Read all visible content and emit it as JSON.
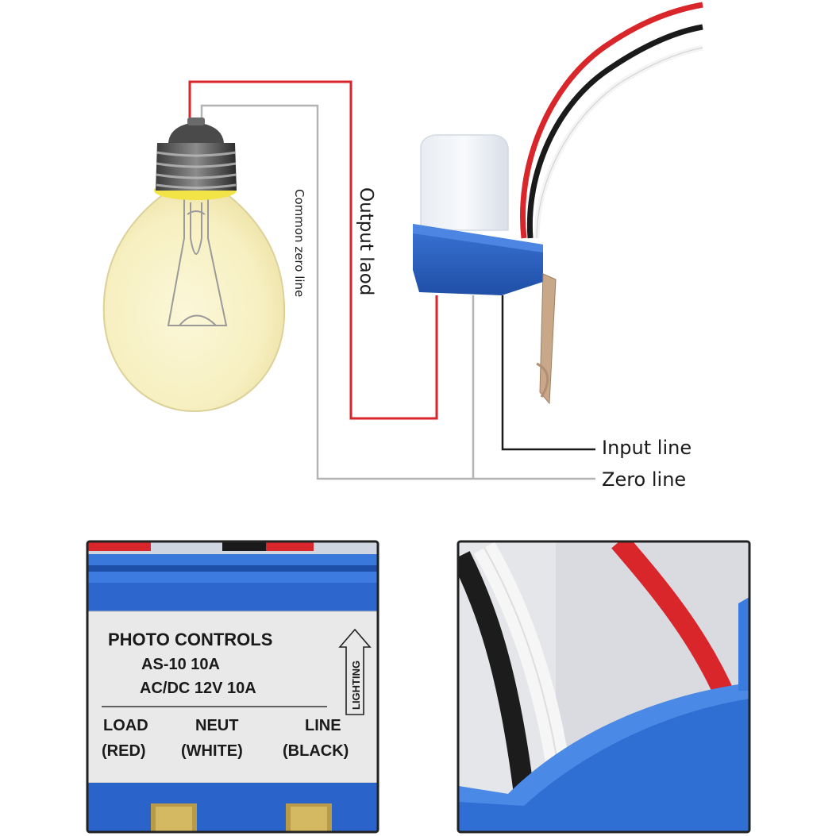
{
  "diagram": {
    "labels": {
      "output_load": "Output laod",
      "common_zero": "Common zero line",
      "input_line": "Input line",
      "zero_line": "Zero line"
    }
  },
  "label_panel": {
    "title": "PHOTO CONTROLS",
    "model": "AS-10 10A",
    "rating": "AC/DC 12V 10A",
    "lighting": "LIGHTING",
    "terminals": [
      {
        "name": "LOAD",
        "color": "(RED)"
      },
      {
        "name": "NEUT",
        "color": "(WHITE)"
      },
      {
        "name": "LINE",
        "color": "(BLACK)"
      }
    ]
  },
  "colors": {
    "wire_red": "#d8262b",
    "wire_gray": "#b4b4b4",
    "wire_black": "#1a1a1a",
    "housing_blue": "#2f62c4"
  }
}
